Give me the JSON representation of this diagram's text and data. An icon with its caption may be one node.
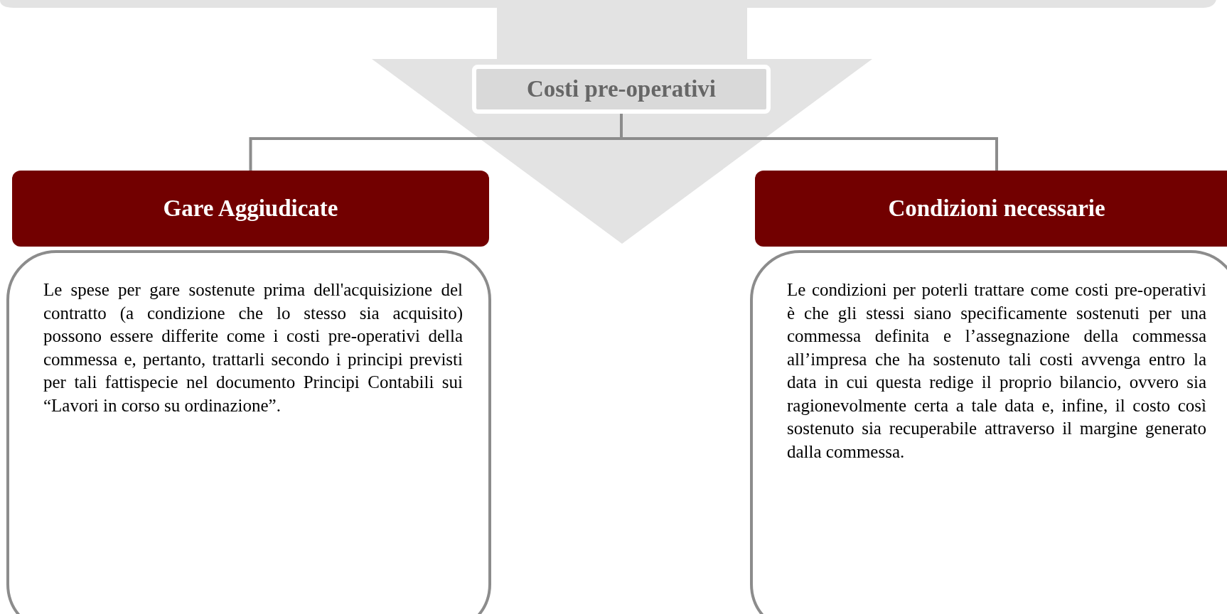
{
  "diagram": {
    "nodes": [
      {
        "text": [
          "Costi pre-operativi"
        ]
      },
      {
        "text": [
          "Gare Aggiudicate"
        ]
      },
      {
        "text": [
          "Le spese per gare sostenute prima dell'acquisizione del contratto (a condizione che lo stesso sia acquisito) possono essere differite come i costi pre-operativi della commessa e, pertanto, trattarli secondo i principi previsti per tali fattispecie nel documento Principi Contabili sui “Lavori in corso su ordinazione”."
        ]
      },
      {
        "text": [
          "Condizioni necessarie"
        ]
      },
      {
        "text": [
          "Le condizioni per poterli trattare come costi pre-operativi è che gli stessi siano specificamente sostenuti per una commessa definita e l’assegnazione della commessa all’impresa che ha sostenuto tali costi avvenga entro la data in cui questa redige il proprio bilancio, ovvero sia ragionevolmente certa a tale data e, infine, il costo così sostenuto sia recuperabile attraverso il margine generato dalla commessa."
        ]
      }
    ],
    "edges": [
      {
        "from": 0,
        "to": 1,
        "arrow": "none"
      },
      {
        "from": 0,
        "to": 3,
        "arrow": "none"
      }
    ]
  }
}
